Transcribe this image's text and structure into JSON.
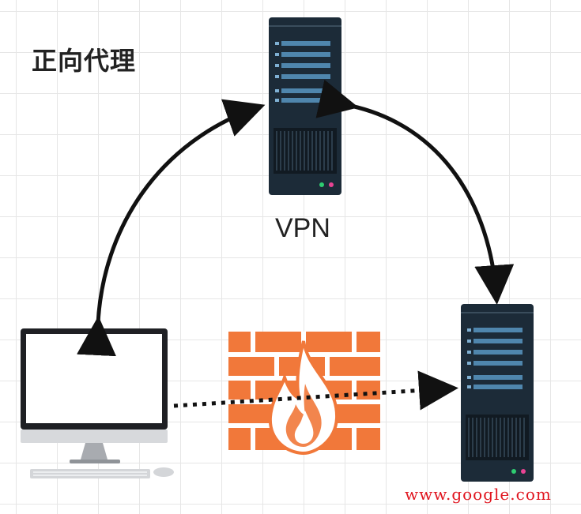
{
  "title": "正向代理",
  "vpn_label": "VPN",
  "watermark_url": "www.google.com",
  "colors": {
    "server": "#1c2b38",
    "server_slot": "#4f86ad",
    "firewall": "#f1783a",
    "arrow": "#111111",
    "url": "#e0141e"
  },
  "icons": [
    "vpn-server-icon",
    "target-server-icon",
    "computer-icon",
    "firewall-icon"
  ]
}
